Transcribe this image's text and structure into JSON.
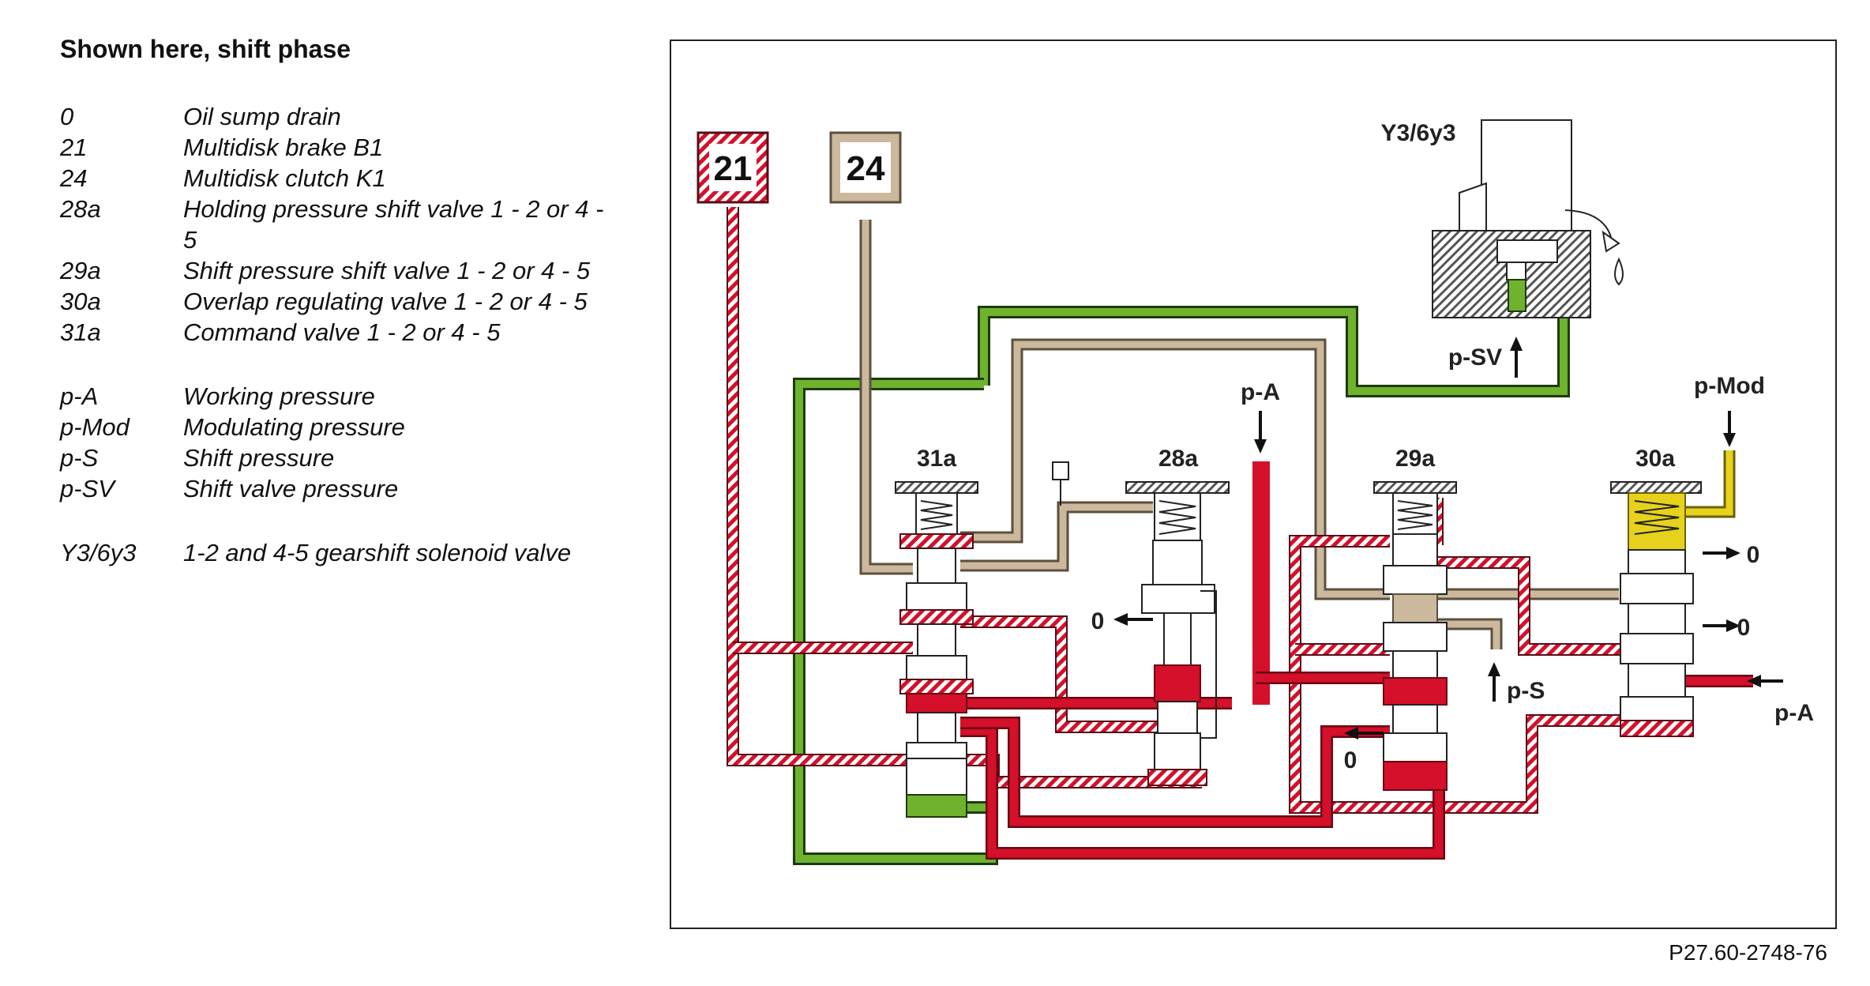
{
  "legend_title": "Shown here, shift phase",
  "legend": [
    {
      "code": "0",
      "desc": "Oil sump drain"
    },
    {
      "code": "21",
      "desc": "Multidisk brake B1"
    },
    {
      "code": "24",
      "desc": "Multidisk clutch K1"
    },
    {
      "code": "28a",
      "desc": "Holding pressure shift valve 1 - 2 or 4 - 5"
    },
    {
      "code": "29a",
      "desc": "Shift pressure shift valve 1 - 2 or 4 - 5"
    },
    {
      "code": "30a",
      "desc": "Overlap regulating valve 1 - 2 or 4 - 5"
    },
    {
      "code": "31a",
      "desc": "Command valve 1 - 2 or 4 - 5"
    },
    {
      "code": "p-A",
      "desc": "Working pressure"
    },
    {
      "code": "p-Mod",
      "desc": "Modulating pressure"
    },
    {
      "code": "p-S",
      "desc": "Shift pressure"
    },
    {
      "code": "p-SV",
      "desc": "Shift valve pressure"
    },
    {
      "code": "Y3/6y3",
      "desc": "1-2 and 4-5 gearshift solenoid valve"
    }
  ],
  "diagram": {
    "box_21": "21",
    "box_24": "24",
    "solenoid_label": "Y3/6y3",
    "valve_31a": "31a",
    "valve_28a": "28a",
    "valve_29a": "29a",
    "valve_30a": "30a",
    "pA_top": "p-A",
    "pA_right": "p-A",
    "pMod": "p-Mod",
    "pS": "p-S",
    "pSV": "p-SV",
    "drain_28a": "0",
    "drain_29a": "0",
    "drain_30a_upper": "0",
    "drain_30a_lower": "0"
  },
  "reference": "P27.60-2748-76",
  "colors": {
    "working_pressure": "#d4102a",
    "shift_valve_pressure": "#6fb22e",
    "clutch_line": "#b8a48a",
    "modulating_pressure": "#e6d21c"
  }
}
